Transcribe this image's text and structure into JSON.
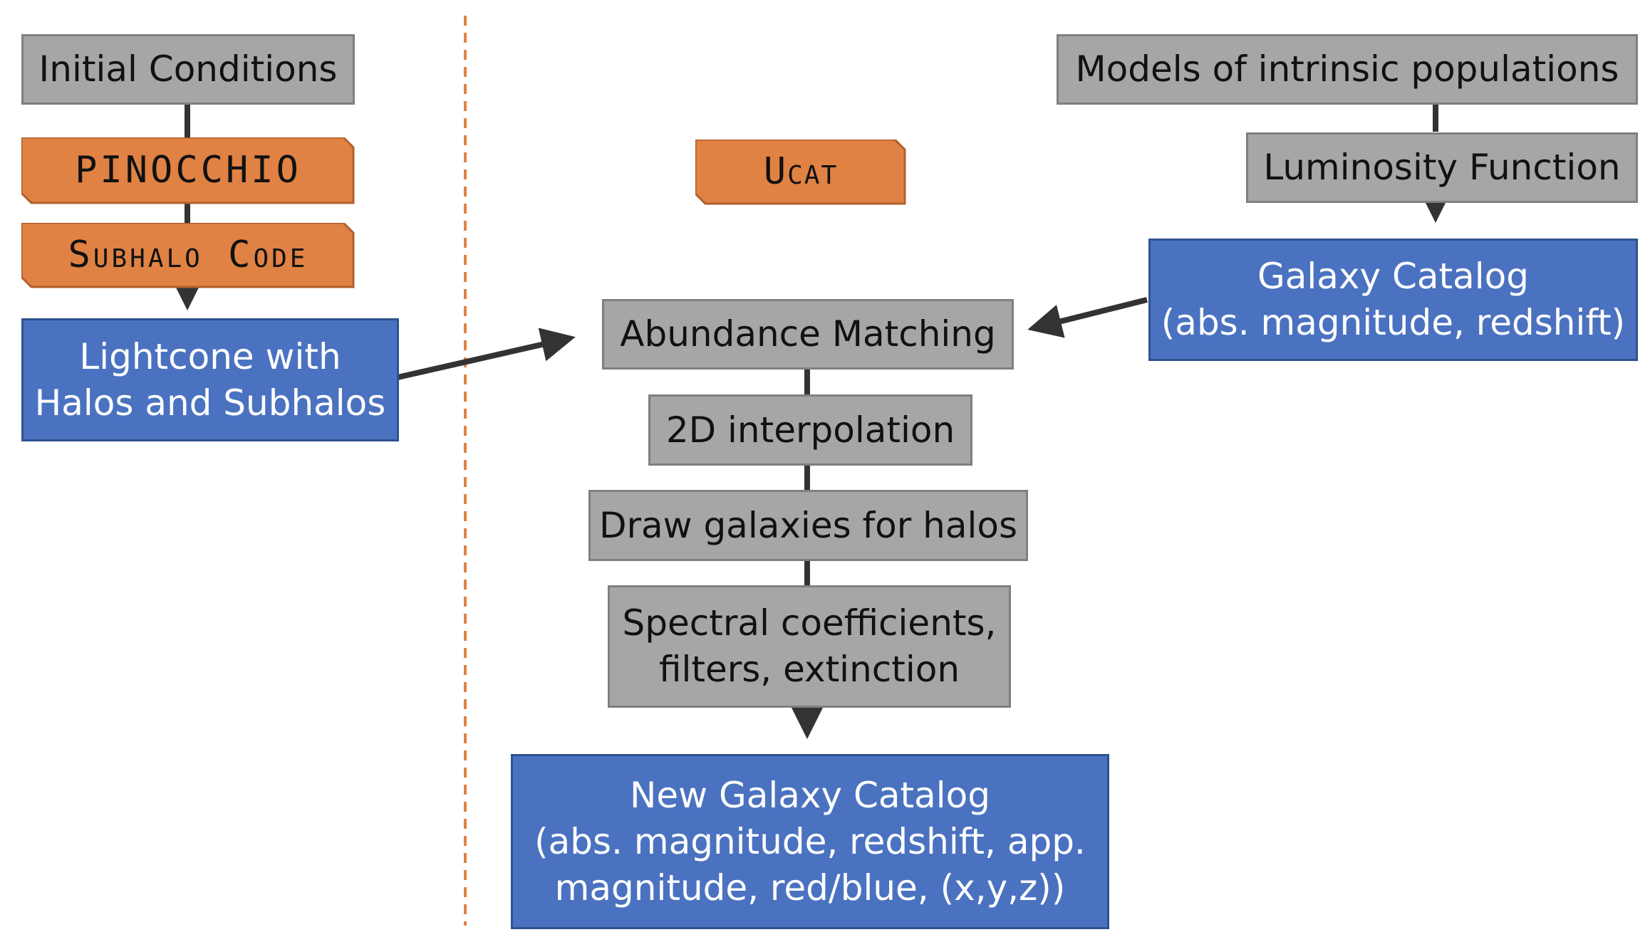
{
  "left": {
    "initial_conditions": "Initial Conditions",
    "pinocchio": "PINOCCHIO",
    "subhalo_code": "Subhalo Code",
    "lightcone": [
      "Lightcone with",
      "Halos and Subhalos"
    ]
  },
  "center": {
    "ucat": "Ucat",
    "abundance_matching": "Abundance Matching",
    "interpolation": "2D interpolation",
    "draw_galaxies": "Draw galaxies for halos",
    "spectral": [
      "Spectral coefficients,",
      "filters, extinction"
    ],
    "new_catalog": [
      "New Galaxy Catalog",
      "(abs. magnitude, redshift, app.",
      "magnitude, red/blue, (x,y,z))"
    ]
  },
  "right": {
    "models": "Models of intrinsic populations",
    "luminosity_function": "Luminosity Function",
    "galaxy_catalog": [
      "Galaxy Catalog",
      "(abs. magnitude, redshift)"
    ]
  },
  "colors": {
    "gray_box": "#a6a6a6",
    "blue_box": "#4a72c0",
    "orange_tag": "#e08244",
    "divider": "#e08244",
    "connector": "#333333"
  }
}
